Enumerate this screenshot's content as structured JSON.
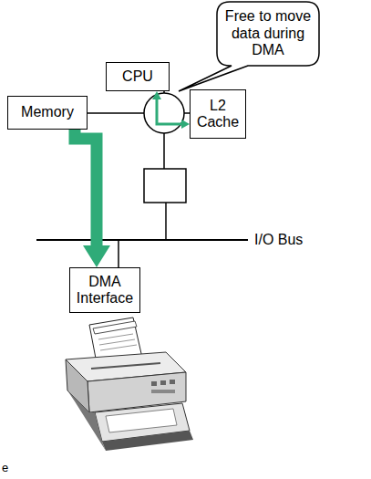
{
  "diagram": {
    "nodes": [
      {
        "text": [
          "Free to move data during DMA"
        ]
      },
      {
        "text": [
          "CPU"
        ]
      },
      {
        "text": [
          "Memory"
        ]
      },
      {
        "text": [
          "L2 Cache"
        ]
      },
      {
        "text": [
          "DMA Interface"
        ]
      }
    ],
    "edges": [
      {
        "from": 2,
        "to": 4,
        "arrow": "to"
      },
      {
        "from": 1,
        "to": 3,
        "arrow": "both"
      }
    ],
    "labels": [
      "I/O Bus",
      "e"
    ]
  }
}
